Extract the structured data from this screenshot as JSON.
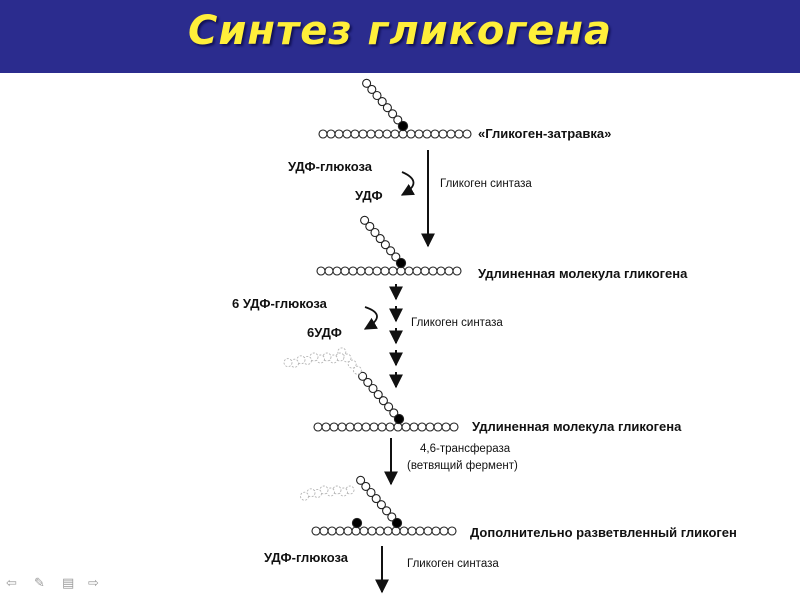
{
  "title": "Синтез гликогена",
  "stage1": {
    "molecule": "«Гликоген-затравка»",
    "substrate": "УДФ-глюкоза",
    "product": "УДФ",
    "enzyme": "Гликоген синтаза"
  },
  "stage2": {
    "molecule": "Удлиненная молекула гликогена",
    "substrate": "6 УДФ-глюкоза",
    "product": "6УДФ",
    "enzyme": "Гликоген синтаза"
  },
  "stage3": {
    "molecule": "Удлиненная молекула гликогена",
    "enzyme_line1": "4,6-трансфераза",
    "enzyme_line2": "(ветвящий фермент)"
  },
  "stage4": {
    "molecule": "Дополнительно разветвленный гликоген",
    "substrate": "УДФ-глюкоза",
    "enzyme": "Гликоген синтаза"
  },
  "nav": {
    "prev": "⇦",
    "pen": "✎",
    "menu": "▤",
    "next": "⇨"
  },
  "colors": {
    "header_bg": "#2b2c8e",
    "title": "#ffef3a"
  }
}
